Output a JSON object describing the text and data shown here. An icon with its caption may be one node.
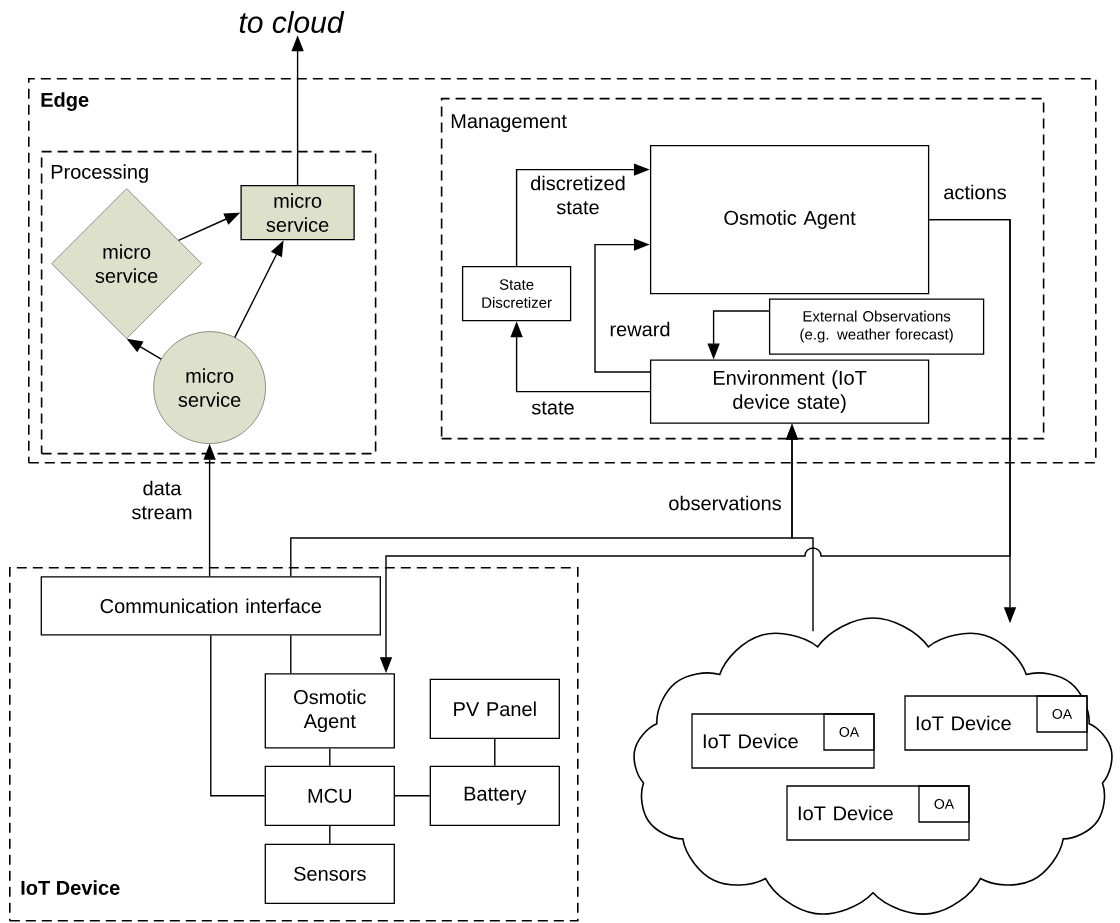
{
  "diagram": {
    "nodes": [
      {
        "text": [
          "to cloud"
        ]
      },
      {
        "text": [
          "Edge"
        ]
      },
      {
        "text": [
          "Processing"
        ],
        "in": 1
      },
      {
        "text": [
          "micro service"
        ],
        "in": 2
      },
      {
        "text": [
          "micro service"
        ],
        "in": 2
      },
      {
        "text": [
          "micro service"
        ],
        "in": 2
      },
      {
        "text": [
          "Management"
        ],
        "in": 1
      },
      {
        "text": [
          "Osmotic Agent"
        ],
        "in": 6
      },
      {
        "text": [
          "State Discretizer"
        ],
        "in": 6
      },
      {
        "text": [
          "External Observations (e.g. weather forecast)"
        ],
        "in": 6
      },
      {
        "text": [
          "Environment (IoT device state)"
        ],
        "in": 6
      },
      {
        "text": [
          "IoT Device"
        ]
      },
      {
        "text": [
          "Communication interface"
        ],
        "in": 11
      },
      {
        "text": [
          "Osmotic Agent"
        ],
        "in": 11
      },
      {
        "text": [
          "PV Panel"
        ],
        "in": 11
      },
      {
        "text": [
          "MCU"
        ],
        "in": 11
      },
      {
        "text": [
          "Battery"
        ],
        "in": 11
      },
      {
        "text": [
          "Sensors"
        ],
        "in": 11
      },
      {
        "text": [],
        "shape": "cloud"
      },
      {
        "text": [
          "IoT Device"
        ],
        "in": 18
      },
      {
        "text": [
          "OA"
        ],
        "in": 19
      },
      {
        "text": [
          "IoT Device"
        ],
        "in": 18
      },
      {
        "text": [
          "OA"
        ],
        "in": 21
      },
      {
        "text": [
          "IoT Device"
        ],
        "in": 18
      },
      {
        "text": [
          "OA"
        ],
        "in": 23
      }
    ],
    "edges": [
      {
        "from": 4,
        "to": 0,
        "arrow": "to"
      },
      {
        "from": 3,
        "to": 4,
        "arrow": "to"
      },
      {
        "from": 5,
        "to": 4,
        "arrow": "to"
      },
      {
        "from": 5,
        "to": 3,
        "arrow": "to"
      },
      {
        "from": 12,
        "to": 5,
        "arrow": "to",
        "label": "data stream"
      },
      {
        "from": 8,
        "to": 7,
        "arrow": "to",
        "label": "discretized state"
      },
      {
        "from": 10,
        "to": 7,
        "arrow": "to",
        "label": "reward"
      },
      {
        "from": 10,
        "to": 8,
        "arrow": "to",
        "label": "state"
      },
      {
        "from": 9,
        "to": 10,
        "arrow": "to"
      },
      {
        "from": 7,
        "to": 18,
        "arrow": "to",
        "label": "actions"
      },
      {
        "from": 7,
        "to": 13,
        "arrow": "to"
      },
      {
        "from": 18,
        "to": 10,
        "arrow": "to",
        "label": "observations"
      },
      {
        "from": 12,
        "to": 10,
        "arrow": "to"
      },
      {
        "from": 12,
        "to": 13,
        "arrow": "none"
      },
      {
        "from": 12,
        "to": 15,
        "arrow": "none"
      },
      {
        "from": 13,
        "to": 15,
        "arrow": "none"
      },
      {
        "from": 15,
        "to": 17,
        "arrow": "none"
      },
      {
        "from": 15,
        "to": 16,
        "arrow": "none"
      },
      {
        "from": 14,
        "to": 16,
        "arrow": "none"
      }
    ]
  }
}
